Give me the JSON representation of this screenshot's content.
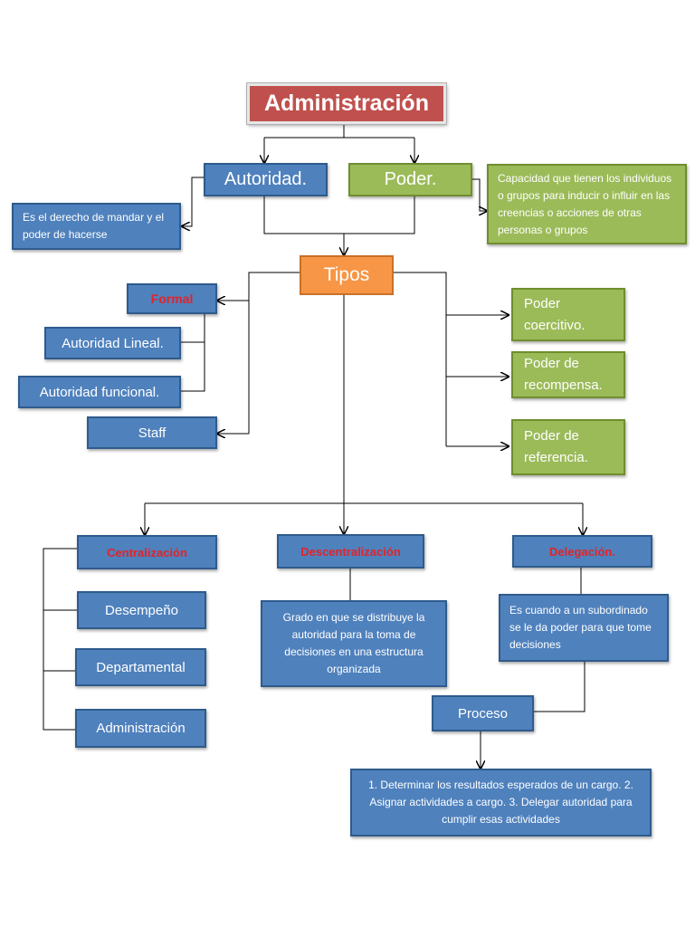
{
  "root": {
    "label": "Administración"
  },
  "autoridad": {
    "label": "Autoridad.",
    "definition": "Es el derecho de mandar y el poder de hacerse"
  },
  "poder": {
    "label": "Poder.",
    "definition": "Capacidad que tienen los individuos o grupos para inducir o influir en las creencias o acciones de otras personas o grupos"
  },
  "tipos": {
    "label": "Tipos"
  },
  "formal": {
    "label": "Formal"
  },
  "autoridad_lineal": {
    "label": "Autoridad Lineal."
  },
  "autoridad_funcional": {
    "label": "Autoridad funcional."
  },
  "staff": {
    "label": "Staff"
  },
  "poder_coercitivo": {
    "label": "Poder coercitivo."
  },
  "poder_recompensa": {
    "label": "Poder de recompensa."
  },
  "poder_referencia": {
    "label": "Poder de referencia."
  },
  "centralizacion": {
    "label": "Centralización"
  },
  "descentralizacion": {
    "label": "Descentralización",
    "definition": "Grado en que se distribuye la autoridad para la toma de decisiones en una estructura organizada"
  },
  "delegacion": {
    "label": "Delegación.",
    "definition": "Es cuando a un subordinado se le da poder para que tome decisiones"
  },
  "desempeno": {
    "label": "Desempeño"
  },
  "departamental": {
    "label": "Departamental"
  },
  "administracion_box": {
    "label": "Administración"
  },
  "proceso": {
    "label": "Proceso",
    "steps": "1. Determinar los resultados esperados de un cargo. 2. Asignar actividades a cargo. 3. Delegar autoridad para cumplir esas actividades"
  },
  "colors": {
    "blue": "#4f81bd",
    "green": "#9bbb59",
    "orange": "#f79646",
    "red": "#c0504d",
    "red_text": "#e0242a",
    "line": "#000000"
  }
}
